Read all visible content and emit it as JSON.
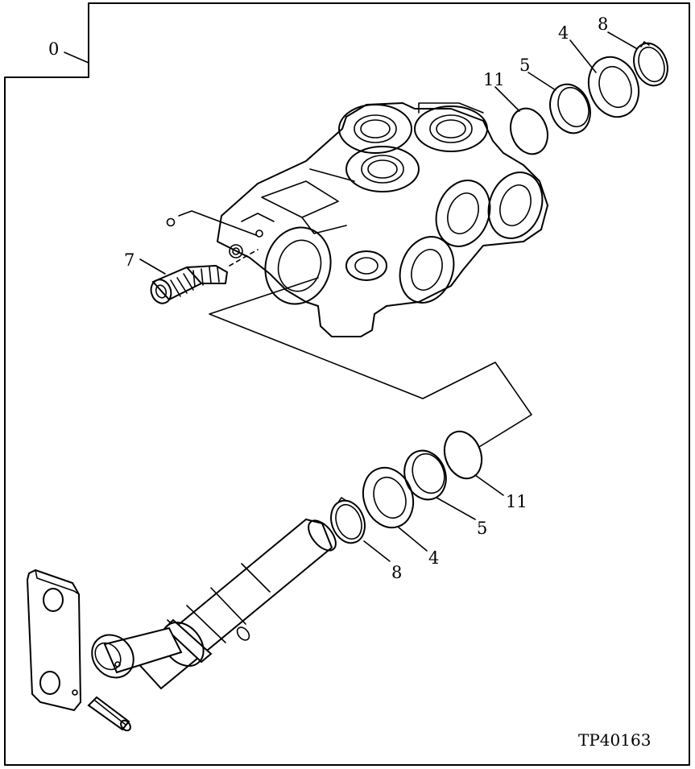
{
  "callouts": {
    "c0": "0",
    "c4_top": "4",
    "c8_top": "8",
    "c5_top": "5",
    "c11_top": "11",
    "c7": "7",
    "c11_bottom": "11",
    "c5_bottom": "5",
    "c4_bottom": "4",
    "c8_bottom": "8"
  },
  "figure_id": "TP40163"
}
